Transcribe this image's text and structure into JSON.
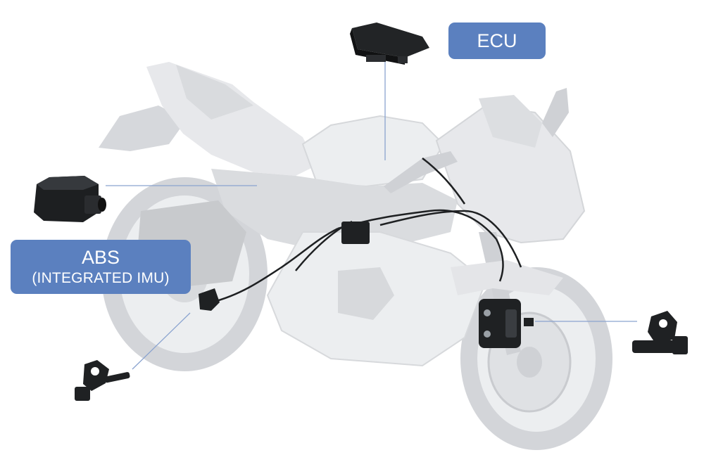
{
  "labels": {
    "ecu": "ECU",
    "abs_line1": "ABS",
    "abs_line2": "(INTEGRATED IMU)"
  },
  "colors": {
    "label_bg": "#5b80bf",
    "label_text": "#ffffff",
    "leader_line": "#8aa3cf",
    "bike_body": "#e6e7ea",
    "bike_shadow": "#cfd1d5",
    "component": "#202224"
  }
}
